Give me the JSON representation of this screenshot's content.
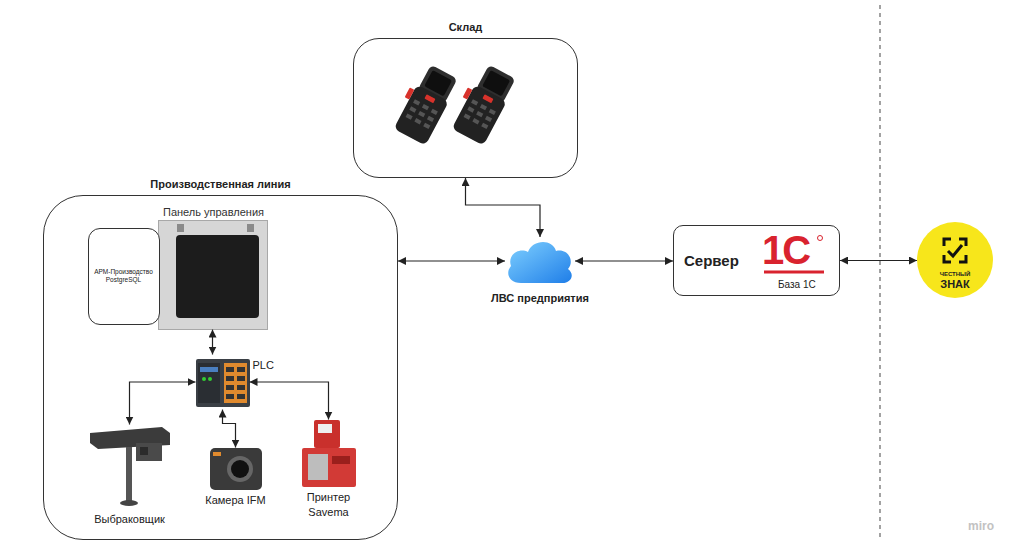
{
  "diagram": {
    "nodes": [
      {
        "text": [
          "Склад"
        ]
      },
      {
        "text": [
          "Производственная линия"
        ]
      },
      {
        "text": [
          "Панель управления"
        ],
        "in": 1
      },
      {
        "text": [
          "АРМ-Производство PostgreSQL"
        ],
        "in": 1
      },
      {
        "text": [
          "PLC"
        ],
        "in": 1
      },
      {
        "text": [
          "Выбраковщик"
        ],
        "in": 1
      },
      {
        "text": [
          "Камера IFM"
        ],
        "in": 1
      },
      {
        "text": [
          "Принтер Savema"
        ],
        "in": 1
      },
      {
        "text": [
          "ЛВС предприятия"
        ]
      },
      {
        "text": [
          "Сервер",
          "1С",
          "База 1С"
        ]
      },
      {
        "text": [
          "ЧЕСТНЫЙ",
          "ЗНАК"
        ]
      }
    ],
    "edges": [
      {
        "from": 0,
        "to": 8,
        "arrow": "both"
      },
      {
        "from": 1,
        "to": 8,
        "arrow": "both"
      },
      {
        "from": 8,
        "to": 9,
        "arrow": "both"
      },
      {
        "from": 9,
        "to": 10,
        "arrow": "both"
      },
      {
        "from": 2,
        "to": 4,
        "arrow": "both"
      },
      {
        "from": 4,
        "to": 5,
        "arrow": "both"
      },
      {
        "from": 4,
        "to": 6,
        "arrow": "both"
      },
      {
        "from": 4,
        "to": 7,
        "arrow": "both"
      }
    ],
    "labels": [
      "miro"
    ]
  }
}
